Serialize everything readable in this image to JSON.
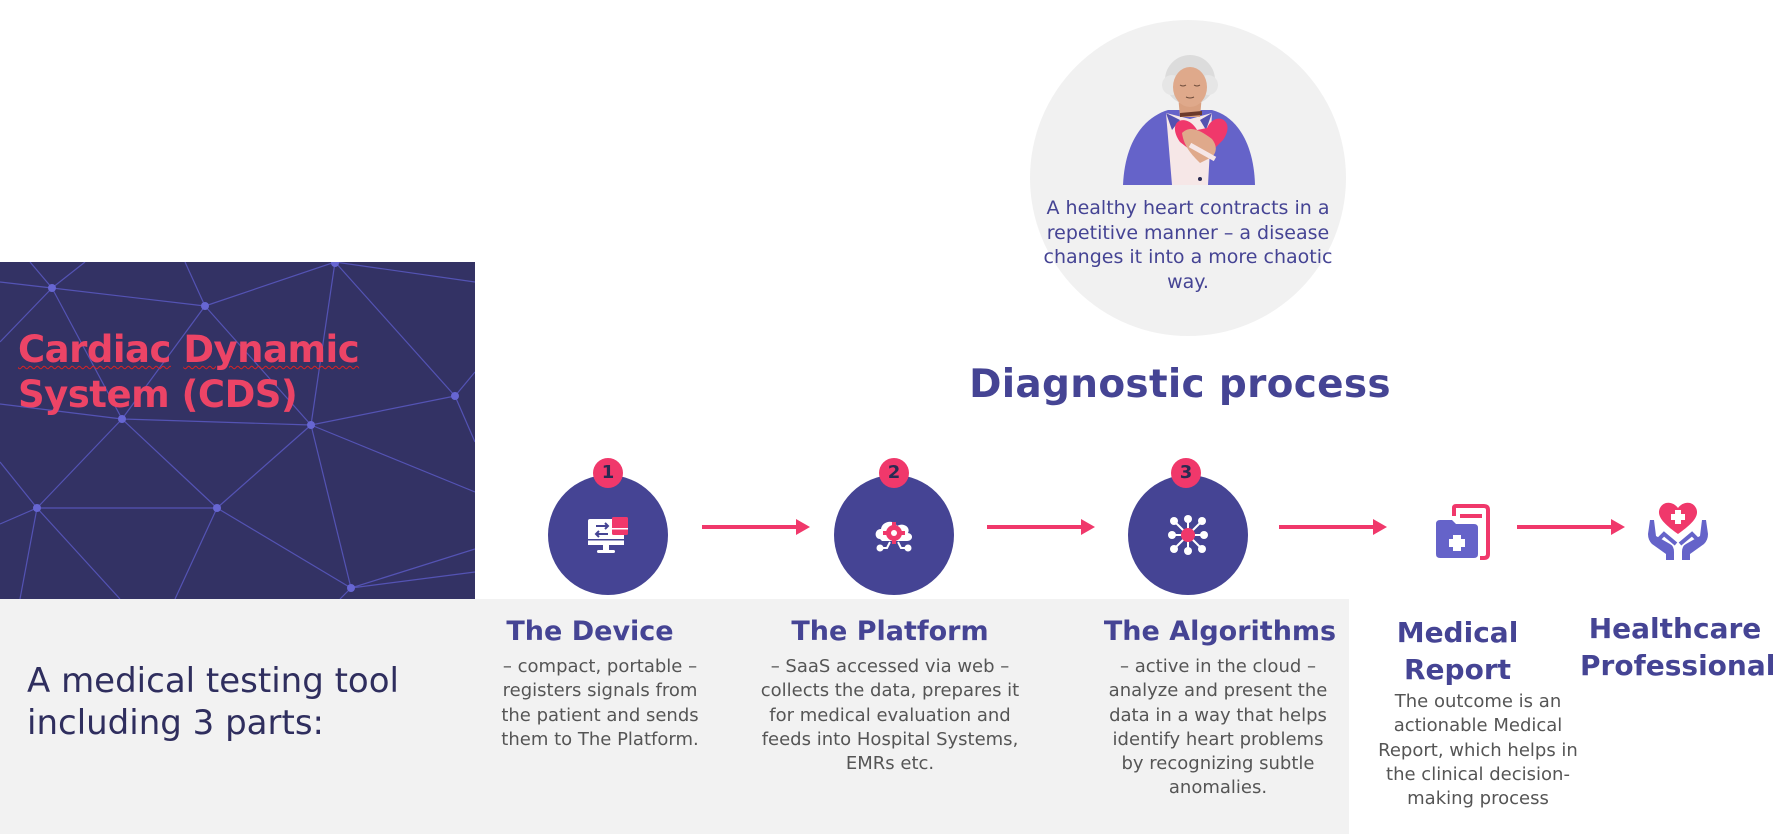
{
  "hero": {
    "title_word_1": "Cardiac",
    "title_word_2": "Dynamic",
    "title_line_2": "System (CDS)",
    "intro": "A medical testing tool including 3 parts:"
  },
  "patient": {
    "illustration": "elderly-woman-holding-heart",
    "caption": "A healthy heart contracts in a repetitive manner – a disease changes it into a more chaotic way."
  },
  "process": {
    "title": "Diagnostic process",
    "steps": [
      {
        "number": "1",
        "icon": "monitor-transfer-icon",
        "heading": "The Device",
        "description": "– compact, portable – registers signals from the patient and sends them to The Platform."
      },
      {
        "number": "2",
        "icon": "cloud-gear-icon",
        "heading": "The Platform",
        "description": "– SaaS accessed via web – collects the data, prepares it for medical evaluation and feeds into Hospital Systems, EMRs etc."
      },
      {
        "number": "3",
        "icon": "network-nodes-icon",
        "heading": "The Algorithms",
        "description": "– active in the cloud – analyze and present the data in a way that helps identify heart problems by recognizing subtle anomalies."
      }
    ],
    "outcomes": [
      {
        "icon": "medical-folder-icon",
        "heading": "Medical Report",
        "description": "The outcome is an actionable  Medical Report, which helps in the clinical decision-making process"
      },
      {
        "icon": "hands-heart-icon",
        "heading": "Healthcare Professional"
      }
    ]
  },
  "colors": {
    "primary": "#454494",
    "accent": "#F0386B",
    "hero_bg": "#333264",
    "hero_title": "#EC4466",
    "band_bg": "#F2F2F2"
  }
}
